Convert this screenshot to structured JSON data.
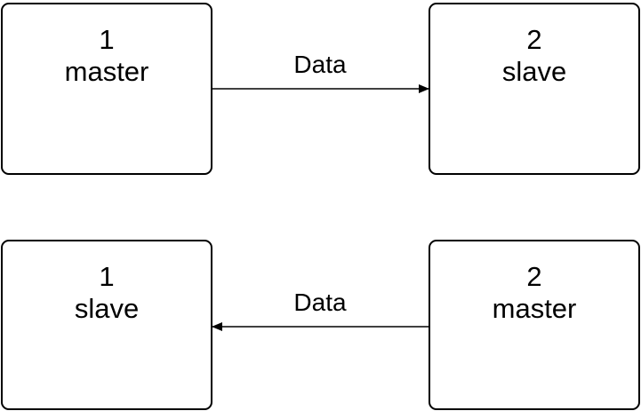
{
  "top_row": {
    "left_node": {
      "id": "1",
      "role": "master"
    },
    "right_node": {
      "id": "2",
      "role": "slave"
    },
    "edge": {
      "label": "Data",
      "direction": "left-to-right"
    }
  },
  "bottom_row": {
    "left_node": {
      "id": "1",
      "role": "slave"
    },
    "right_node": {
      "id": "2",
      "role": "master"
    },
    "edge": {
      "label": "Data",
      "direction": "right-to-left"
    }
  },
  "colors": {
    "stroke": "#000000",
    "background": "#ffffff"
  }
}
